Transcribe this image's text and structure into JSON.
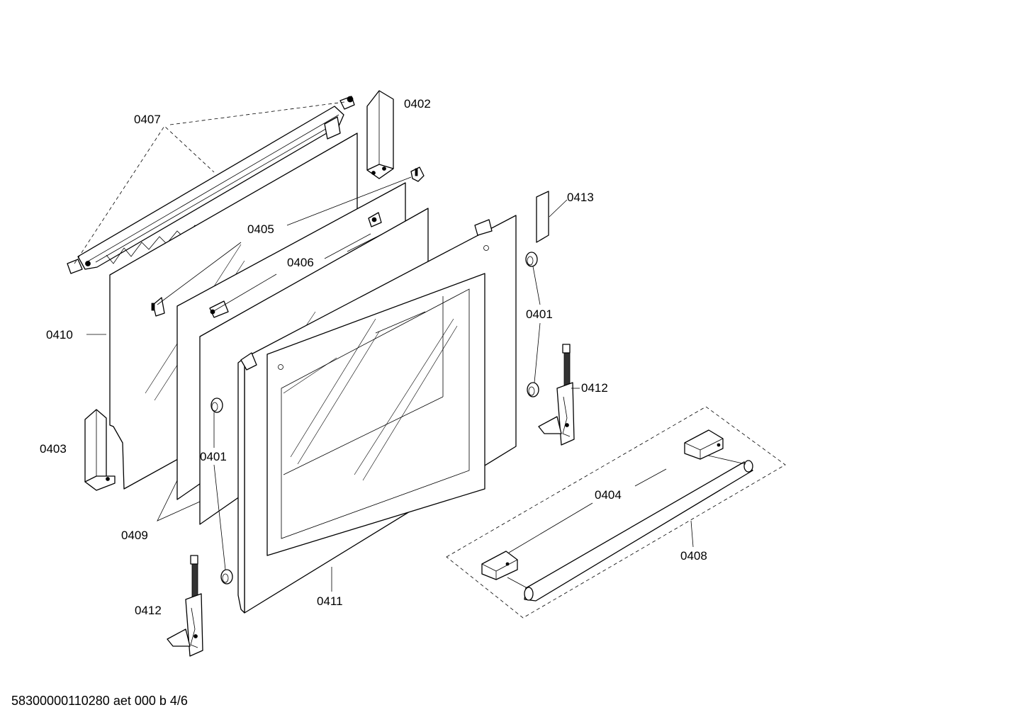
{
  "footer": {
    "doc_code": "58300000110280 aet 000 b 4/6"
  },
  "callouts": {
    "c0401_a": "0401",
    "c0401_b": "0401",
    "c0402": "0402",
    "c0403": "0403",
    "c0404": "0404",
    "c0405": "0405",
    "c0406": "0406",
    "c0407": "0407",
    "c0408": "0408",
    "c0409": "0409",
    "c0410": "0410",
    "c0411": "0411",
    "c0412_a": "0412",
    "c0412_b": "0412",
    "c0413": "0413"
  }
}
